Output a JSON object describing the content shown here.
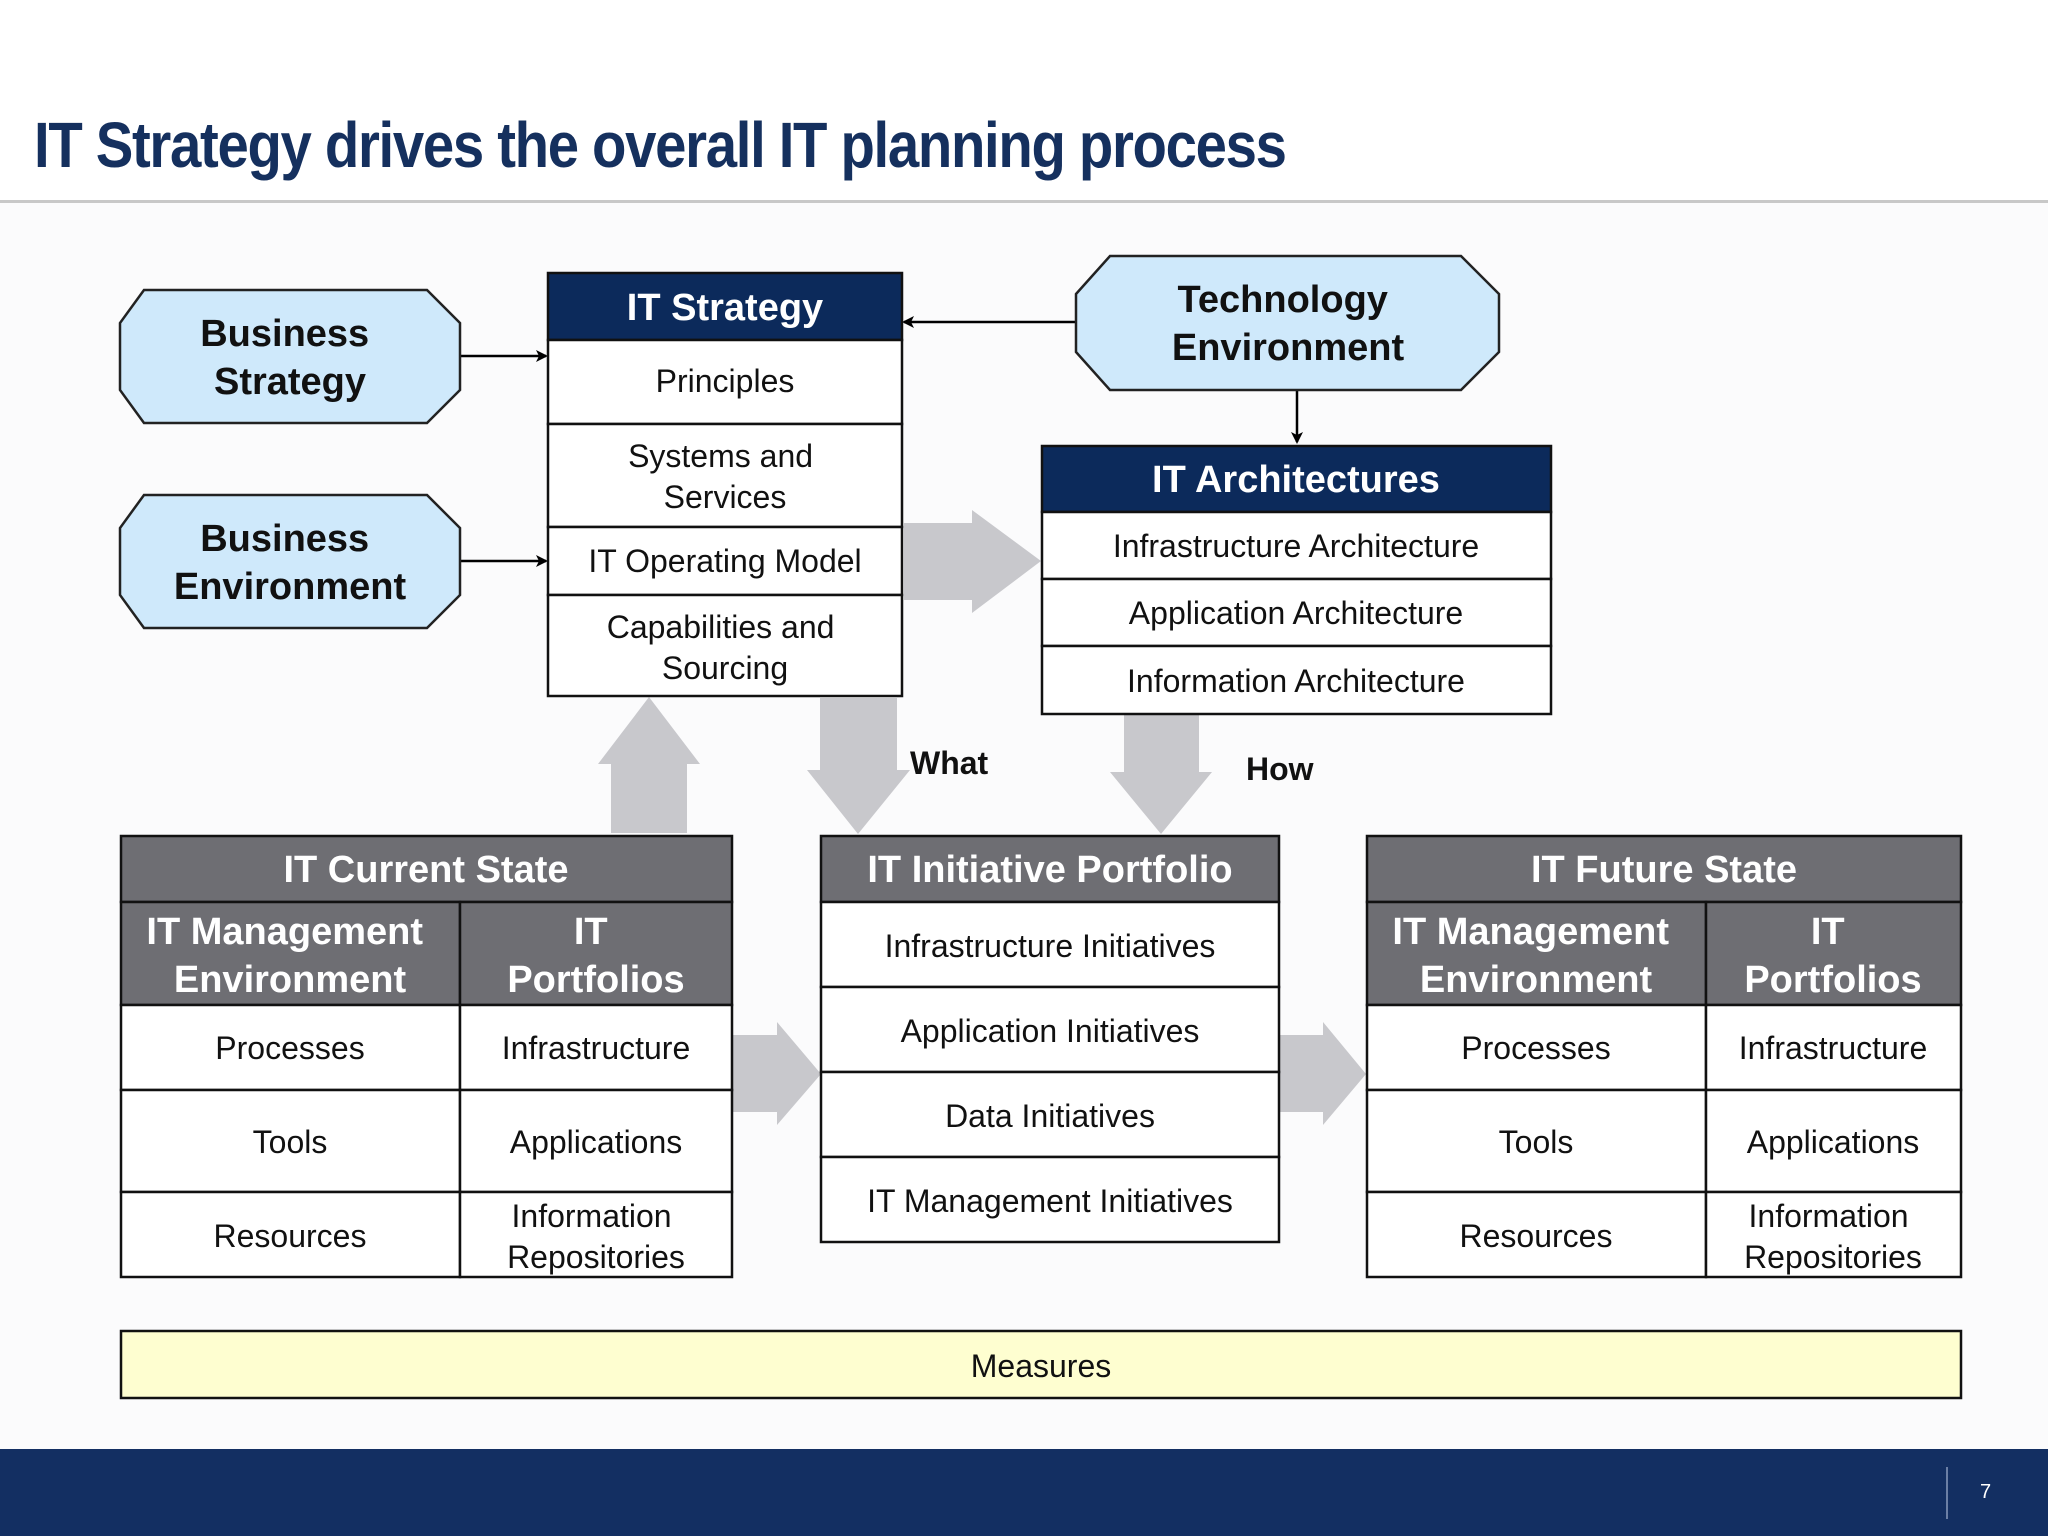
{
  "slide": {
    "title": "IT Strategy drives the overall IT planning process",
    "page_number": "7"
  },
  "colors": {
    "navy": "#0c2a5b",
    "gray_header": "#6e6e73",
    "light_blue": "#cfe9fb",
    "measures_yellow": "#fefed0",
    "arrow_gray": "#c8c8cc"
  },
  "inputs": {
    "business_strategy": "Business Strategy",
    "business_environment": "Business Environment",
    "technology_environment": "Technology Environment"
  },
  "it_strategy": {
    "header": "IT Strategy",
    "rows": [
      "Principles",
      "Systems and Services",
      "IT Operating Model",
      "Capabilities and Sourcing"
    ]
  },
  "it_architectures": {
    "header": "IT Architectures",
    "rows": [
      "Infrastructure Architecture",
      "Application Architecture",
      "Information Architecture"
    ]
  },
  "labels": {
    "what": "What",
    "how": "How"
  },
  "current_state": {
    "header": "IT Current State",
    "col1_header": "IT Management Environment",
    "col2_header": "IT Portfolios",
    "col1": [
      "Processes",
      "Tools",
      "Resources"
    ],
    "col2": [
      "Infrastructure",
      "Applications",
      "Information Repositories"
    ]
  },
  "portfolio": {
    "header": "IT Initiative Portfolio",
    "rows": [
      "Infrastructure Initiatives",
      "Application Initiatives",
      "Data Initiatives",
      "IT Management Initiatives"
    ]
  },
  "future_state": {
    "header": "IT Future State",
    "col1_header": "IT Management Environment",
    "col2_header": "IT Portfolios",
    "col1": [
      "Processes",
      "Tools",
      "Resources"
    ],
    "col2": [
      "Infrastructure",
      "Applications",
      "Information Repositories"
    ]
  },
  "measures": "Measures"
}
